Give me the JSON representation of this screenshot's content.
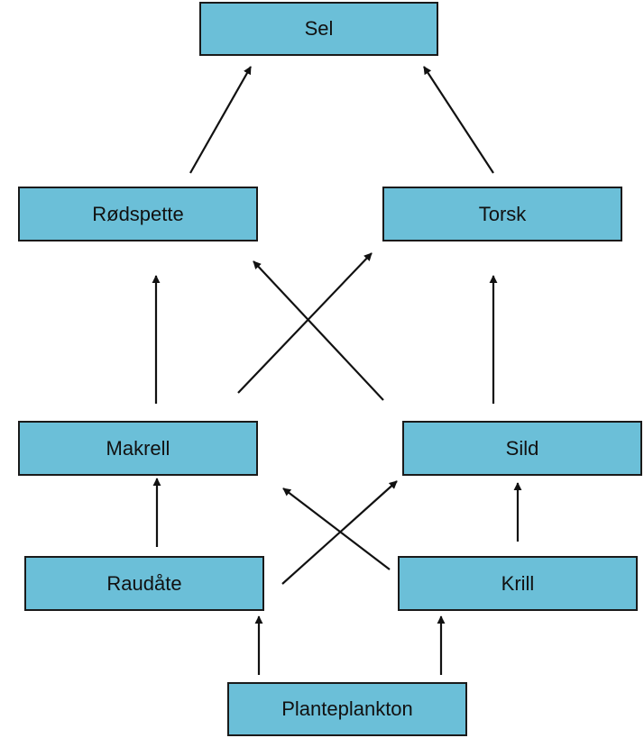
{
  "colors": {
    "box_fill": "#6bbfd8",
    "box_border": "#1a1a1a",
    "arrow": "#111111",
    "background": "#ffffff"
  },
  "nodes": {
    "sel": "Sel",
    "rodspette": "Rødspette",
    "torsk": "Torsk",
    "makrell": "Makrell",
    "sild": "Sild",
    "raudate": "Raudåte",
    "krill": "Krill",
    "planteplankton": "Planteplankton"
  },
  "edges": [
    {
      "from": "rodspette",
      "to": "sel"
    },
    {
      "from": "torsk",
      "to": "sel"
    },
    {
      "from": "makrell",
      "to": "rodspette"
    },
    {
      "from": "makrell",
      "to": "torsk"
    },
    {
      "from": "sild",
      "to": "rodspette"
    },
    {
      "from": "sild",
      "to": "torsk"
    },
    {
      "from": "raudate",
      "to": "makrell"
    },
    {
      "from": "raudate",
      "to": "sild"
    },
    {
      "from": "krill",
      "to": "makrell"
    },
    {
      "from": "krill",
      "to": "sild"
    },
    {
      "from": "planteplankton",
      "to": "raudate"
    },
    {
      "from": "planteplankton",
      "to": "krill"
    }
  ]
}
